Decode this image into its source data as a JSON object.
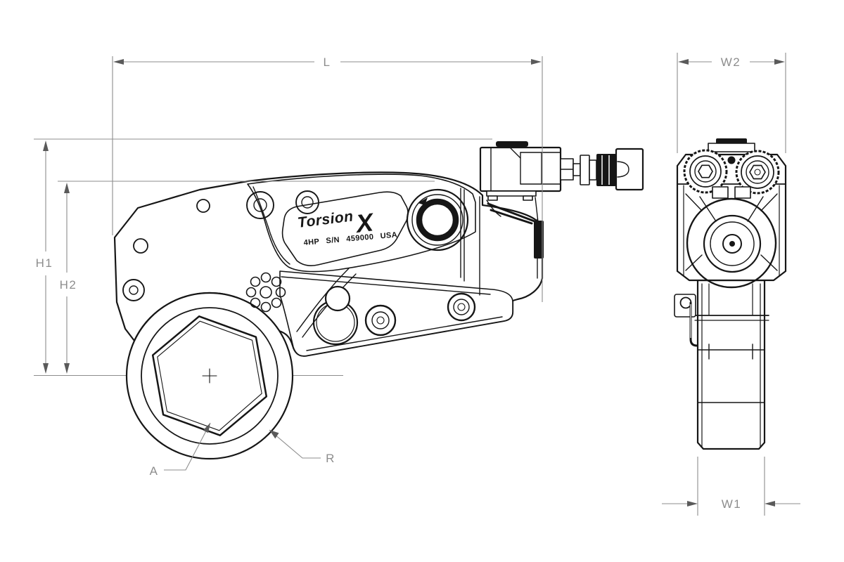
{
  "drawing": {
    "type": "hydraulic-torque-wrench-dimensional-drawing",
    "views": {
      "side_view": "side profile with hex cassette",
      "end_view": "front end profile"
    },
    "labels": {
      "length": "L",
      "top_width": "W2",
      "overall_height": "H1",
      "body_height": "H2",
      "hex_opening": "A",
      "nose_radius": "R",
      "bottom_width": "W1"
    },
    "nameplate": {
      "brand_prefix": "Torsion",
      "brand_suffix": "X",
      "spec_line": "4HP S/N 459000 USA"
    }
  },
  "colors": {
    "background": "#ffffff",
    "line": "#161616",
    "dimension": "#8d8d8d",
    "arrow": "#5a5a5a"
  }
}
